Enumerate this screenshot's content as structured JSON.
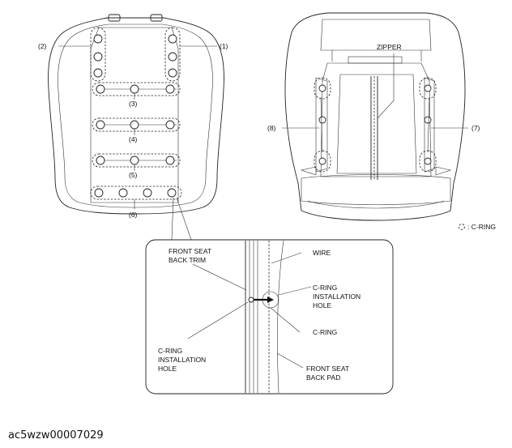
{
  "labels": {
    "n1": "(1)",
    "n2": "(2)",
    "n3": "(3)",
    "n4": "(4)",
    "n5": "(5)",
    "n6": "(6)",
    "n7": "(7)",
    "n8": "(8)",
    "zipper": "ZIPPER",
    "legend": ": C-RING",
    "trim_l1": "FRONT SEAT",
    "trim_l2": "BACK TRIM",
    "wire": "WIRE",
    "hole_r1": "C-RING",
    "hole_r2": "INSTALLATION",
    "hole_r3": "HOLE",
    "cring": "C-RING",
    "hole_l1": "C-RING",
    "hole_l2": "INSTALLATION",
    "hole_l3": "HOLE",
    "pad_l1": "FRONT SEAT",
    "pad_l2": "BACK PAD"
  },
  "figure_code": "ac5wzw00007029"
}
